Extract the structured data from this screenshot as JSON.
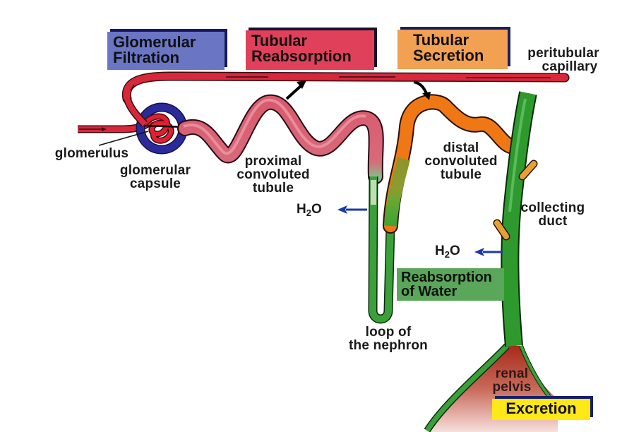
{
  "diagram": {
    "subject": "Nephron urine formation",
    "process_boxes": {
      "glomerular_filtration": {
        "line1": "Glomerular",
        "line2": "Filtration",
        "color": "#6a76c4"
      },
      "tubular_reabsorption": {
        "line1": "Tubular",
        "line2": "Reabsorption",
        "color": "#e0405a"
      },
      "tubular_secretion": {
        "line1": "Tubular",
        "line2": "Secretion",
        "color": "#f2a052"
      },
      "reabsorption_of_water": {
        "line1": "Reabsorption",
        "line2": "of Water",
        "color": "#5aa65a"
      },
      "excretion": {
        "label": "Excretion",
        "color": "#ffe818"
      }
    },
    "labels": {
      "peritubular_capillary": {
        "line1": "peritubular",
        "line2": "capillary"
      },
      "glomerulus": "glomerulus",
      "glomerular_capsule": {
        "line1": "glomerular",
        "line2": "capsule"
      },
      "proximal_tubule": {
        "line1": "proximal",
        "line2": "convoluted",
        "line3": "tubule"
      },
      "distal_tubule": {
        "line1": "distal",
        "line2": "convoluted",
        "line3": "tubule"
      },
      "collecting_duct": {
        "line1": "collecting",
        "line2": "duct"
      },
      "loop": {
        "line1": "loop of",
        "line2": "the nephron"
      },
      "renal_pelvis": {
        "line1": "renal",
        "line2": "pelvis"
      },
      "water_left": {
        "base": "H",
        "sub": "2",
        "rest": "O"
      },
      "water_right": {
        "base": "H",
        "sub": "2",
        "rest": "O"
      }
    },
    "colors": {
      "capillary_red": "#d8283c",
      "proximal_pink": "#d85a6e",
      "distal_orange": "#f07814",
      "duct_green": "#2e9a2e",
      "capsule_blue": "#2a2a9a",
      "arrow_blue": "#1a3aa8",
      "pelvis_red": "#b83a2a"
    }
  }
}
